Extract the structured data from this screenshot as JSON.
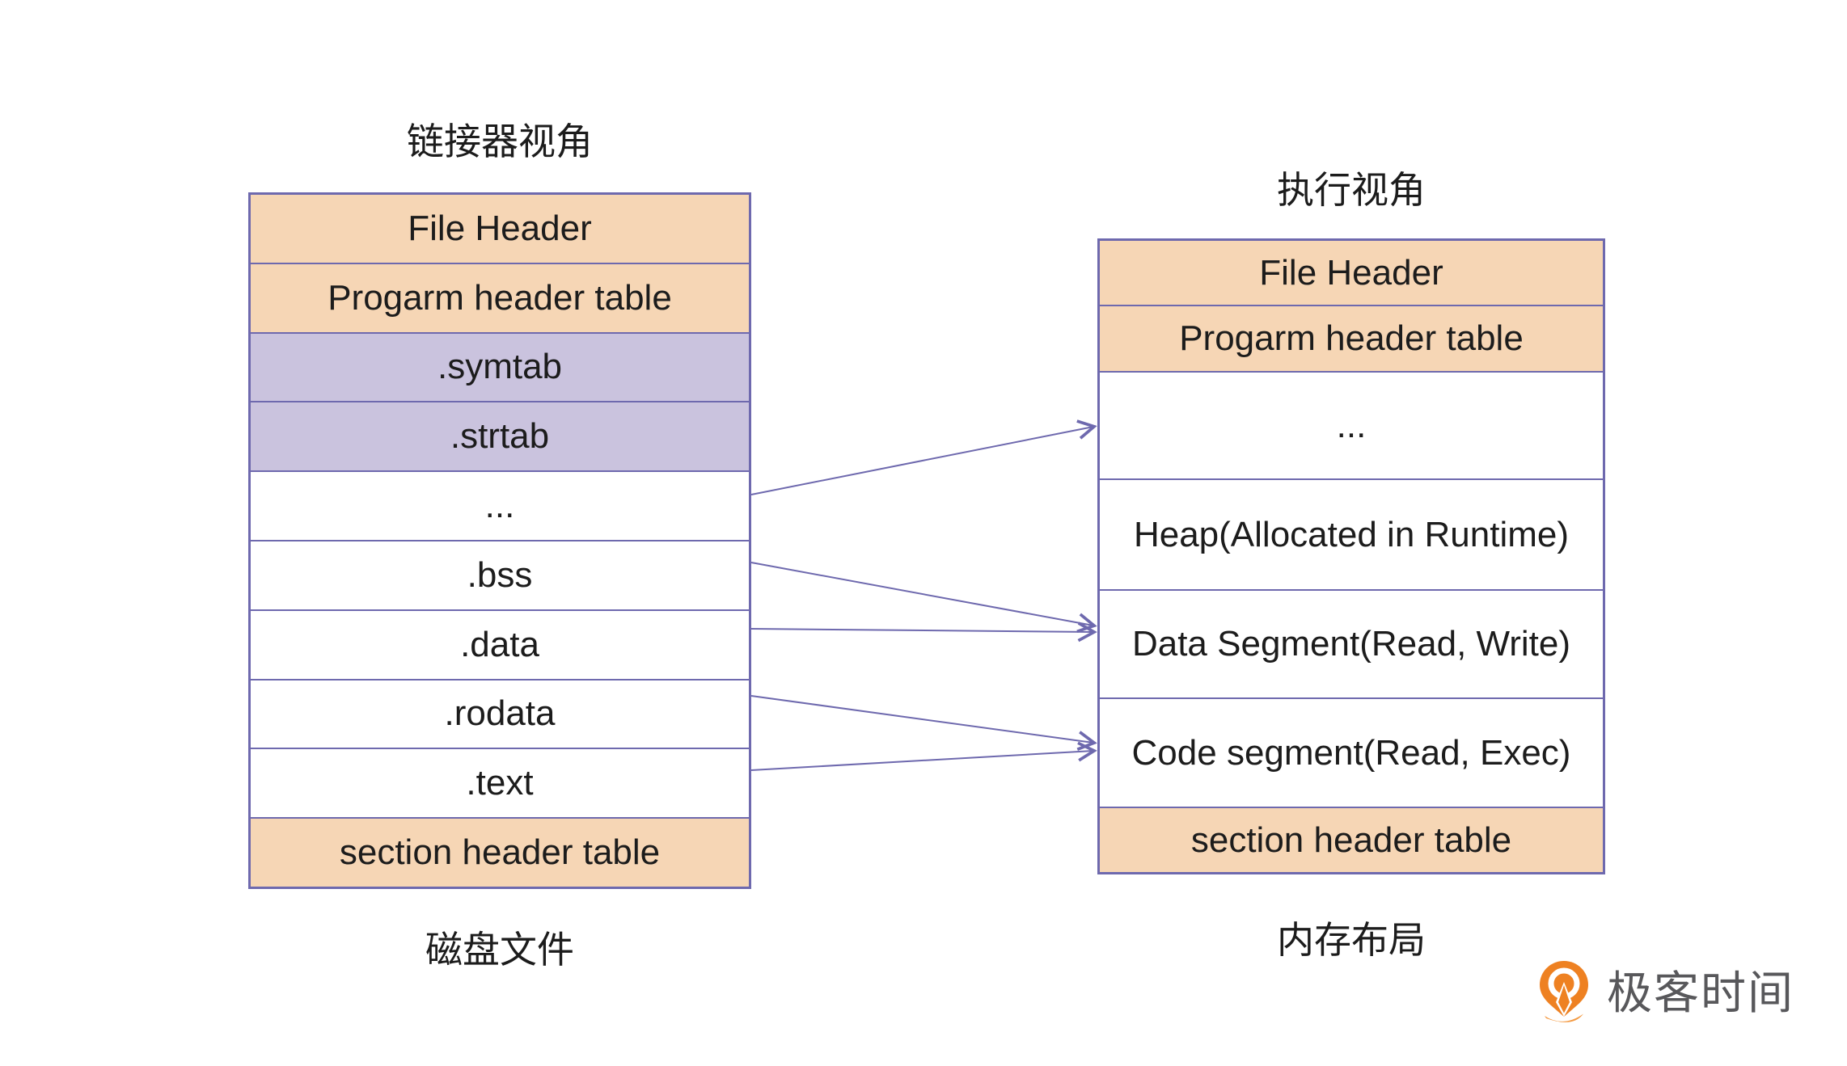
{
  "palette": {
    "peach": "#f6d6b5",
    "purple": "#cac3de",
    "white": "#ffffff",
    "border": "#6e69ae",
    "text": "#1c1c1c",
    "logo_orange": "#ee8122",
    "logo_text_color": "#58585b"
  },
  "linker_view": {
    "title": "链接器视角",
    "caption": "磁盘文件",
    "rows": [
      {
        "label": "File Header",
        "fill": "peach"
      },
      {
        "label": "Progarm header table",
        "fill": "peach"
      },
      {
        "label": ".symtab",
        "fill": "purple"
      },
      {
        "label": ".strtab",
        "fill": "purple"
      },
      {
        "label": "...",
        "fill": "white"
      },
      {
        "label": ".bss",
        "fill": "white"
      },
      {
        "label": ".data",
        "fill": "white"
      },
      {
        "label": ".rodata",
        "fill": "white"
      },
      {
        "label": ".text",
        "fill": "white"
      },
      {
        "label": "section header table",
        "fill": "peach"
      }
    ]
  },
  "execution_view": {
    "title": "执行视角",
    "caption": "内存布局",
    "rows": [
      {
        "label": "File Header",
        "fill": "peach"
      },
      {
        "label": "Progarm header table",
        "fill": "peach"
      },
      {
        "label": "...",
        "fill": "white"
      },
      {
        "label": "Heap(Allocated in Runtime)",
        "fill": "white"
      },
      {
        "label": "Data Segment(Read, Write)",
        "fill": "white"
      },
      {
        "label": "Code segment(Read, Exec)",
        "fill": "white"
      },
      {
        "label": "section header table",
        "fill": "peach"
      }
    ]
  },
  "arrows": [
    {
      "from": "...",
      "to": "..."
    },
    {
      "from": ".bss",
      "to": "Data Segment(Read, Write)"
    },
    {
      "from": ".data",
      "to": "Data Segment(Read, Write)"
    },
    {
      "from": ".rodata",
      "to": "Code segment(Read, Exec)"
    },
    {
      "from": ".text",
      "to": "Code segment(Read, Exec)"
    }
  ],
  "logo": {
    "text": "极客时间"
  }
}
